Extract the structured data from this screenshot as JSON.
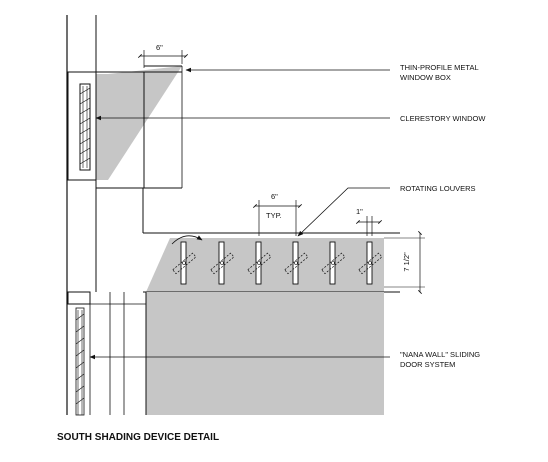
{
  "title": "SOUTH SHADING DEVICE DETAIL",
  "callouts": {
    "window_box_line1": "THIN-PROFILE METAL",
    "window_box_line2": "WINDOW BOX",
    "clerestory": "CLERESTORY WINDOW",
    "louvers": "ROTATING LOUVERS",
    "nana_line1": "\"NANA WALL\" SLIDING",
    "nana_line2": "DOOR SYSTEM"
  },
  "dimensions": {
    "box_depth": "6\"",
    "louver_spacing": "6\"",
    "louver_spacing_note": "TYP.",
    "louver_thickness": "1\"",
    "louver_height": "7 1/2\""
  },
  "colors": {
    "shade": "#c6c6c6",
    "line": "#111111"
  }
}
